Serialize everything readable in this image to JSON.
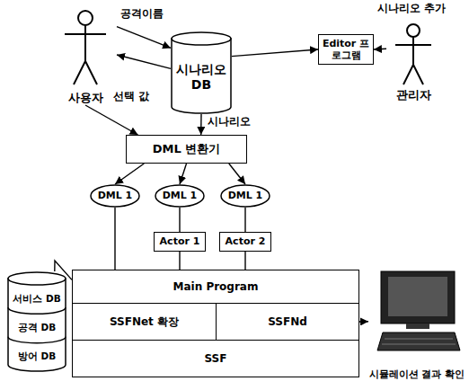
{
  "diagram": {
    "nodes": [
      {
        "text": [
          "사용자"
        ]
      },
      {
        "text": [
          "시나리오 DB"
        ]
      },
      {
        "text": [
          "Editor 프로그램"
        ]
      },
      {
        "text": [
          "관리자"
        ]
      },
      {
        "text": [
          "DML 변환기"
        ]
      },
      {
        "text": [
          "DML 1"
        ]
      },
      {
        "text": [
          "DML 1"
        ]
      },
      {
        "text": [
          "DML 1"
        ]
      },
      {
        "text": [
          "Actor 1"
        ]
      },
      {
        "text": [
          "Actor 2"
        ]
      },
      {
        "text": [
          "서비스 DB",
          "공격 DB",
          "방어 DB"
        ]
      },
      {
        "text": [
          "Main Program"
        ]
      },
      {
        "text": [
          "SSFNet 확장"
        ]
      },
      {
        "text": [
          "SSFNd"
        ]
      },
      {
        "text": [
          "SSF"
        ]
      },
      {
        "text": [
          "시뮬레이션 결과 확인"
        ]
      }
    ],
    "edges": [
      {
        "from": 0,
        "to": 1,
        "arrow": "to",
        "label": "공격이름"
      },
      {
        "from": 1,
        "to": 0,
        "arrow": "to",
        "label": "선택 값"
      },
      {
        "from": 1,
        "to": 2,
        "arrow": "to"
      },
      {
        "from": 3,
        "to": 2,
        "arrow": "to",
        "label": "시나리오 추가"
      },
      {
        "from": 0,
        "to": 4,
        "arrow": "to"
      },
      {
        "from": 1,
        "to": 4,
        "arrow": "to",
        "label": "시나리오"
      },
      {
        "from": 4,
        "to": 5,
        "arrow": "to"
      },
      {
        "from": 4,
        "to": 6,
        "arrow": "to"
      },
      {
        "from": 4,
        "to": 7,
        "arrow": "to"
      },
      {
        "from": 5,
        "to": 11,
        "arrow": "none"
      },
      {
        "from": 6,
        "to": 8,
        "arrow": "none"
      },
      {
        "from": 7,
        "to": 9,
        "arrow": "none"
      },
      {
        "from": 8,
        "to": 11,
        "arrow": "none"
      },
      {
        "from": 9,
        "to": 11,
        "arrow": "none"
      },
      {
        "from": 10,
        "to": 11,
        "arrow": "none"
      },
      {
        "from": 13,
        "to": 15,
        "arrow": "to"
      }
    ]
  }
}
